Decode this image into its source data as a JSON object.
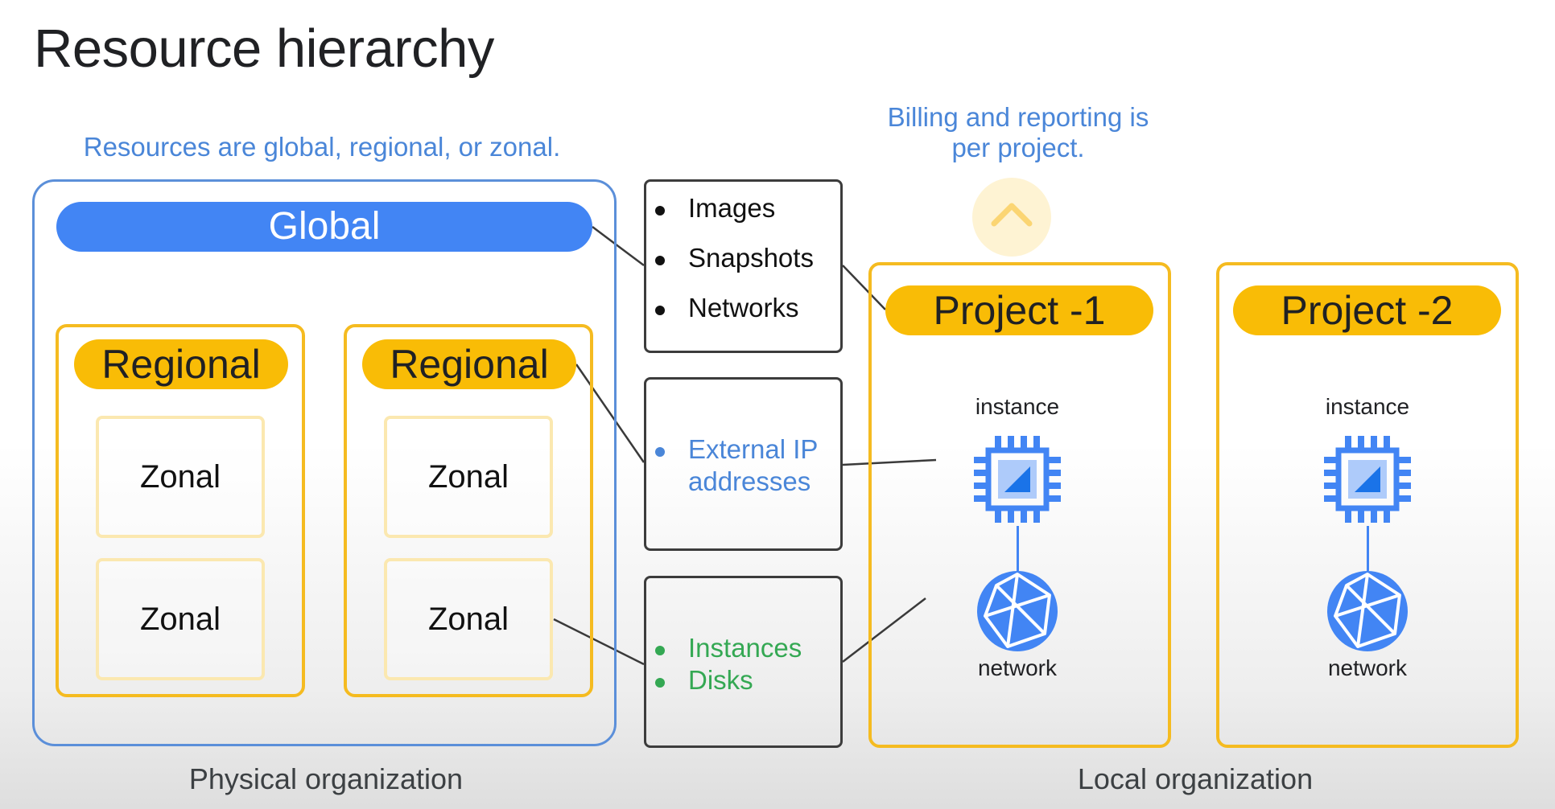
{
  "title": "Resource hierarchy",
  "notes": {
    "resources_scope": "Resources are global, regional, or zonal.",
    "billing_line1": "Billing and reporting is",
    "billing_line2": "per project."
  },
  "physical": {
    "global_label": "Global",
    "regions": [
      {
        "label": "Regional",
        "zones": [
          "Zonal",
          "Zonal"
        ]
      },
      {
        "label": "Regional",
        "zones": [
          "Zonal",
          "Zonal"
        ]
      }
    ],
    "caption": "Physical organization"
  },
  "resource_groups": {
    "global_items": [
      "Images",
      "Snapshots",
      "Networks"
    ],
    "regional_items": [
      "External IP",
      "addresses"
    ],
    "zonal_items": [
      "Instances",
      "Disks"
    ]
  },
  "projects": [
    {
      "label": "Project -1",
      "instance_label": "instance",
      "network_label": "network"
    },
    {
      "label": "Project -2",
      "instance_label": "instance",
      "network_label": "network"
    }
  ],
  "local_caption": "Local organization",
  "icons": {
    "chevron": "chevron-up-icon",
    "instance": "compute-chip-icon",
    "network": "network-globe-icon"
  },
  "colors": {
    "global_blue": "#4285f4",
    "project_yellow": "#f9bc06",
    "regional_text_blue": "#4a86d8",
    "zonal_text_green": "#34a853"
  }
}
